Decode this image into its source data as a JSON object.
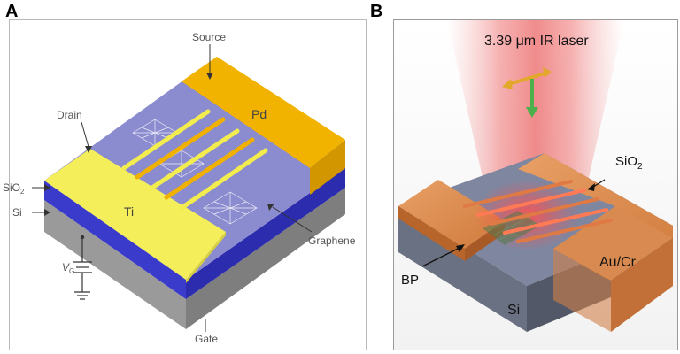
{
  "panelA": {
    "letter": "A",
    "labels": {
      "source": "Source",
      "drain": "Drain",
      "pd": "Pd",
      "ti": "Ti",
      "sio2_base": "SiO",
      "sio2_sub": "2",
      "si": "Si",
      "graphene": "Graphene",
      "vg_base": "V",
      "vg_sub": "G",
      "gate": "Gate"
    },
    "colors": {
      "contact_gold": "#f4b400",
      "contact_yellow": "#f5f05a",
      "channel_purple": "#8888cc",
      "oxide_blue": "#3a3acb",
      "silicon_gray": "#8f8f8f"
    }
  },
  "panelB": {
    "letter": "B",
    "labels": {
      "laser": "3.39 μm IR laser",
      "sio2_base": "SiO",
      "sio2_sub": "2",
      "aucr": "Au/Cr",
      "bp": "BP",
      "si": "Si"
    },
    "colors": {
      "contact_orange": "#d98a4e",
      "beam_red": "#e84a4a",
      "arrow_yellow": "#e3a82b",
      "arrow_green": "#4bb04b"
    }
  }
}
